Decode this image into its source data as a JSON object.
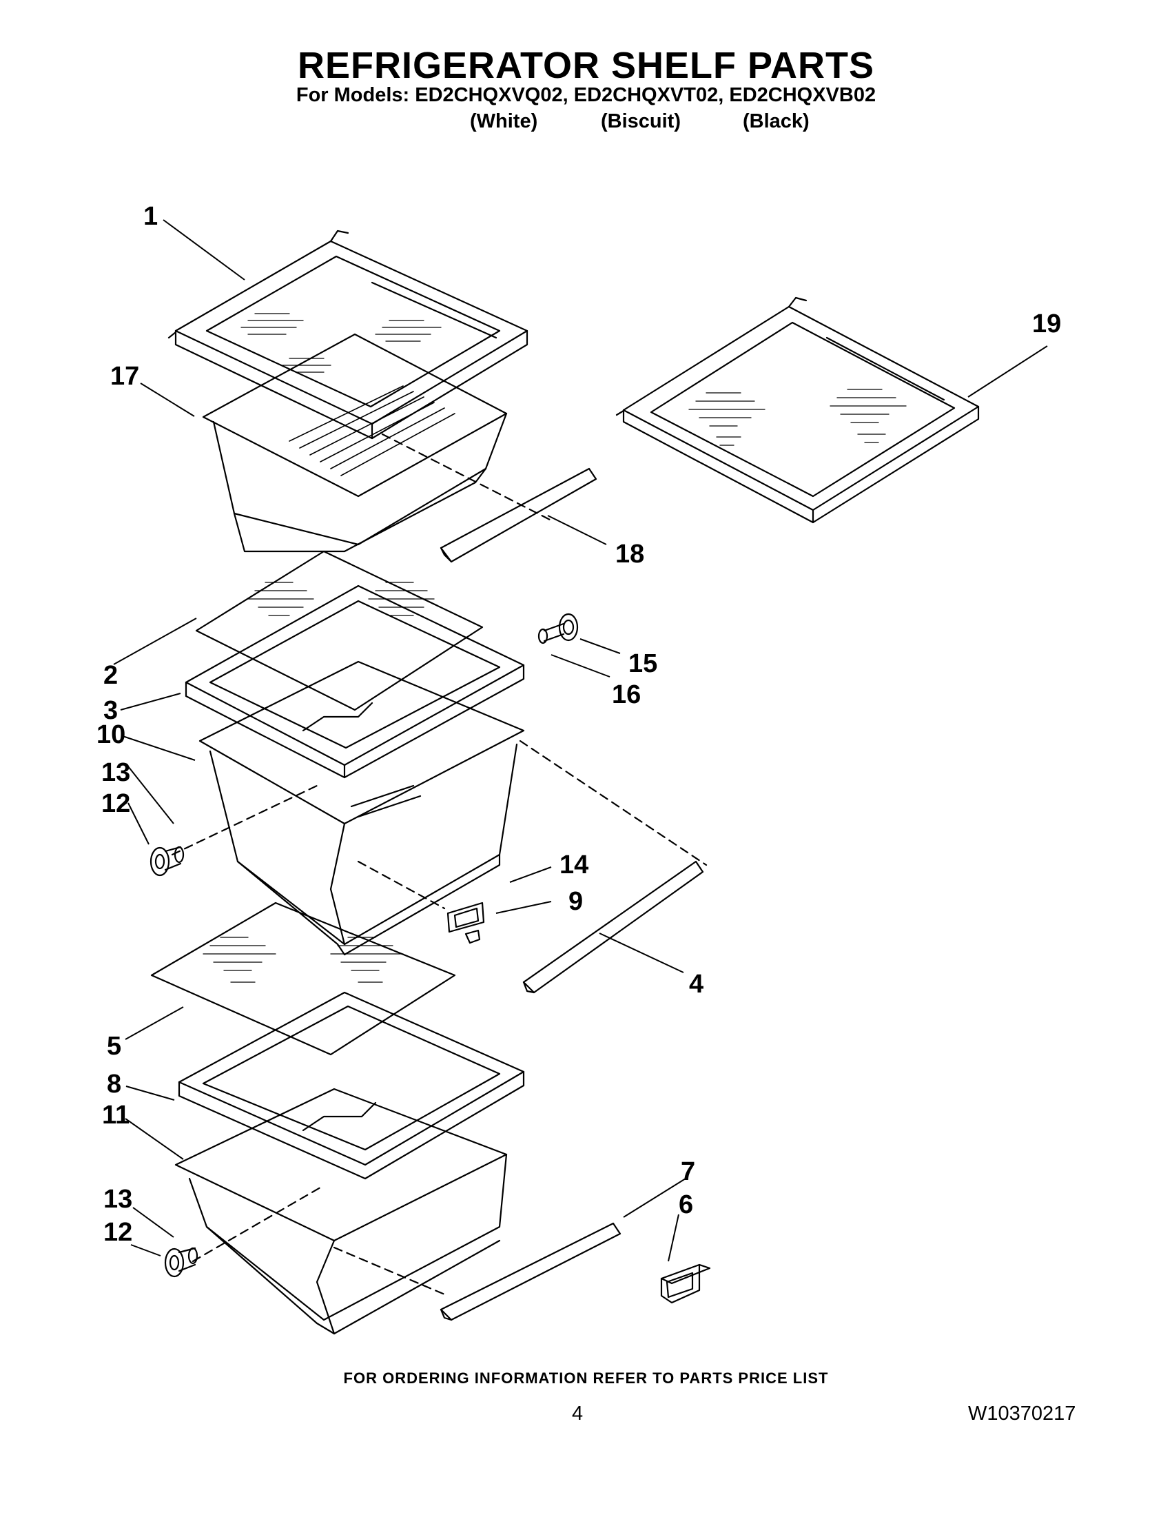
{
  "header": {
    "title": "REFRIGERATOR SHELF PARTS",
    "models_line": "For Models: ED2CHQXVQ02, ED2CHQXVT02, ED2CHQXVB02",
    "variants": [
      "(White)",
      "(Biscuit)",
      "(Black)"
    ]
  },
  "callouts": [
    "1",
    "17",
    "19",
    "18",
    "2",
    "15",
    "3",
    "16",
    "10",
    "13",
    "12",
    "14",
    "9",
    "4",
    "5",
    "8",
    "11",
    "7",
    "6",
    "13",
    "12"
  ],
  "footer": {
    "ordering_note": "FOR ORDERING INFORMATION REFER TO PARTS PRICE LIST",
    "page_number": "4",
    "document_number": "W10370217"
  }
}
